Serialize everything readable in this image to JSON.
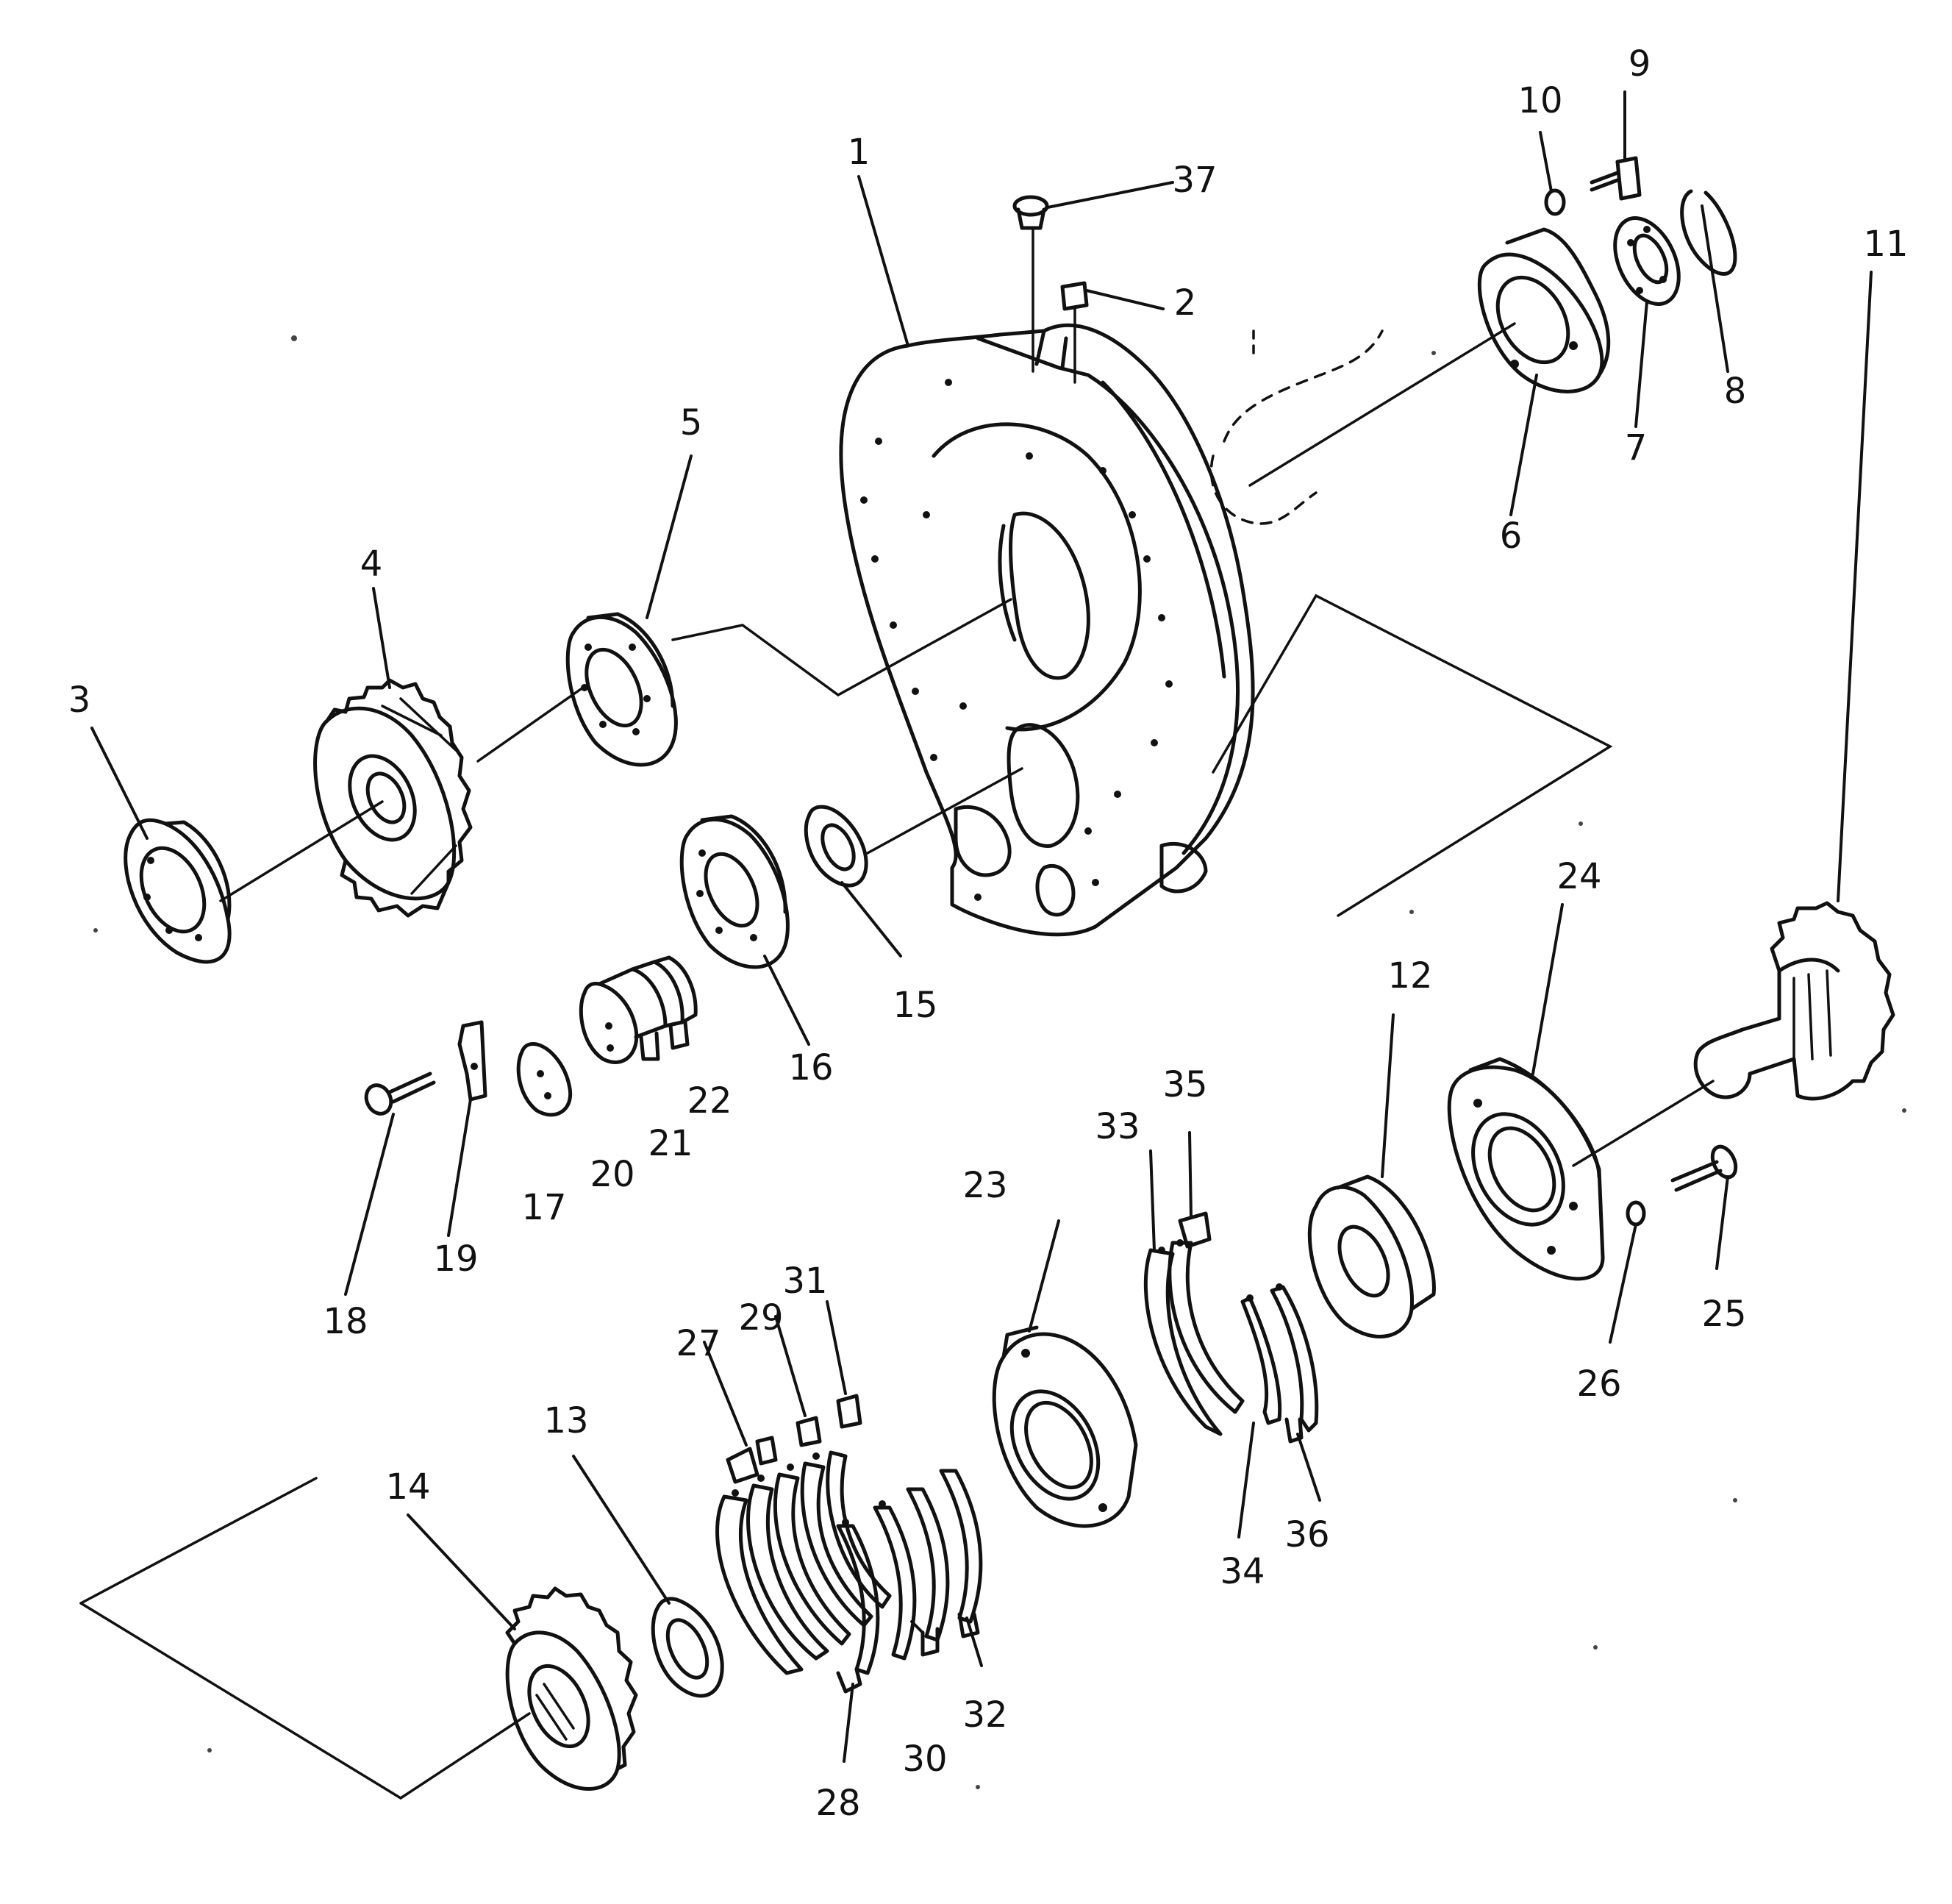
{
  "figure": {
    "background": "#ffffff",
    "ink": "#111111"
  },
  "callouts": {
    "c1": "1",
    "c2": "2",
    "c3": "3",
    "c4": "4",
    "c5": "5",
    "c6": "6",
    "c7": "7",
    "c8": "8",
    "c9": "9",
    "c10": "10",
    "c11": "11",
    "c12": "12",
    "c13": "13",
    "c14": "14",
    "c15": "15",
    "c16": "16",
    "c17": "17",
    "c18": "18",
    "c19": "19",
    "c20": "20",
    "c21": "21",
    "c22": "22",
    "c23": "23",
    "c24": "24",
    "c25": "25",
    "c26": "26",
    "c27": "27",
    "c28": "28",
    "c29": "29",
    "c30": "30",
    "c31": "31",
    "c32": "32",
    "c33": "33",
    "c34": "34",
    "c35": "35",
    "c36": "36",
    "c37": "37"
  }
}
